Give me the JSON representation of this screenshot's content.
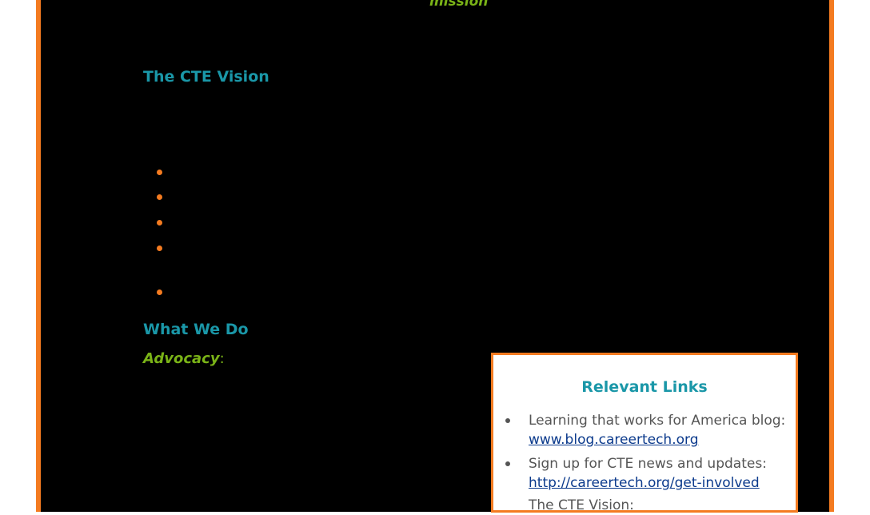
{
  "mission_text": "mission",
  "vision_heading": "The CTE Vision",
  "what_we_do_heading": "What We Do",
  "advocacy_label": "Advocacy",
  "advocacy_colon": ":",
  "relevant_links": {
    "title": "Relevant Links",
    "items": [
      {
        "text": "Learning that works for America blog: ",
        "link": "www.blog.careertech.org"
      },
      {
        "text": "Sign up for CTE news and updates: ",
        "link": "http://careertech.org/get-involved"
      },
      {
        "text": "The CTE Vision:",
        "link": ""
      }
    ]
  },
  "colors": {
    "accent_orange": "#f47b20",
    "heading_teal": "#1a97a8",
    "green": "#7ab317",
    "link_blue": "#0b3a8c"
  }
}
